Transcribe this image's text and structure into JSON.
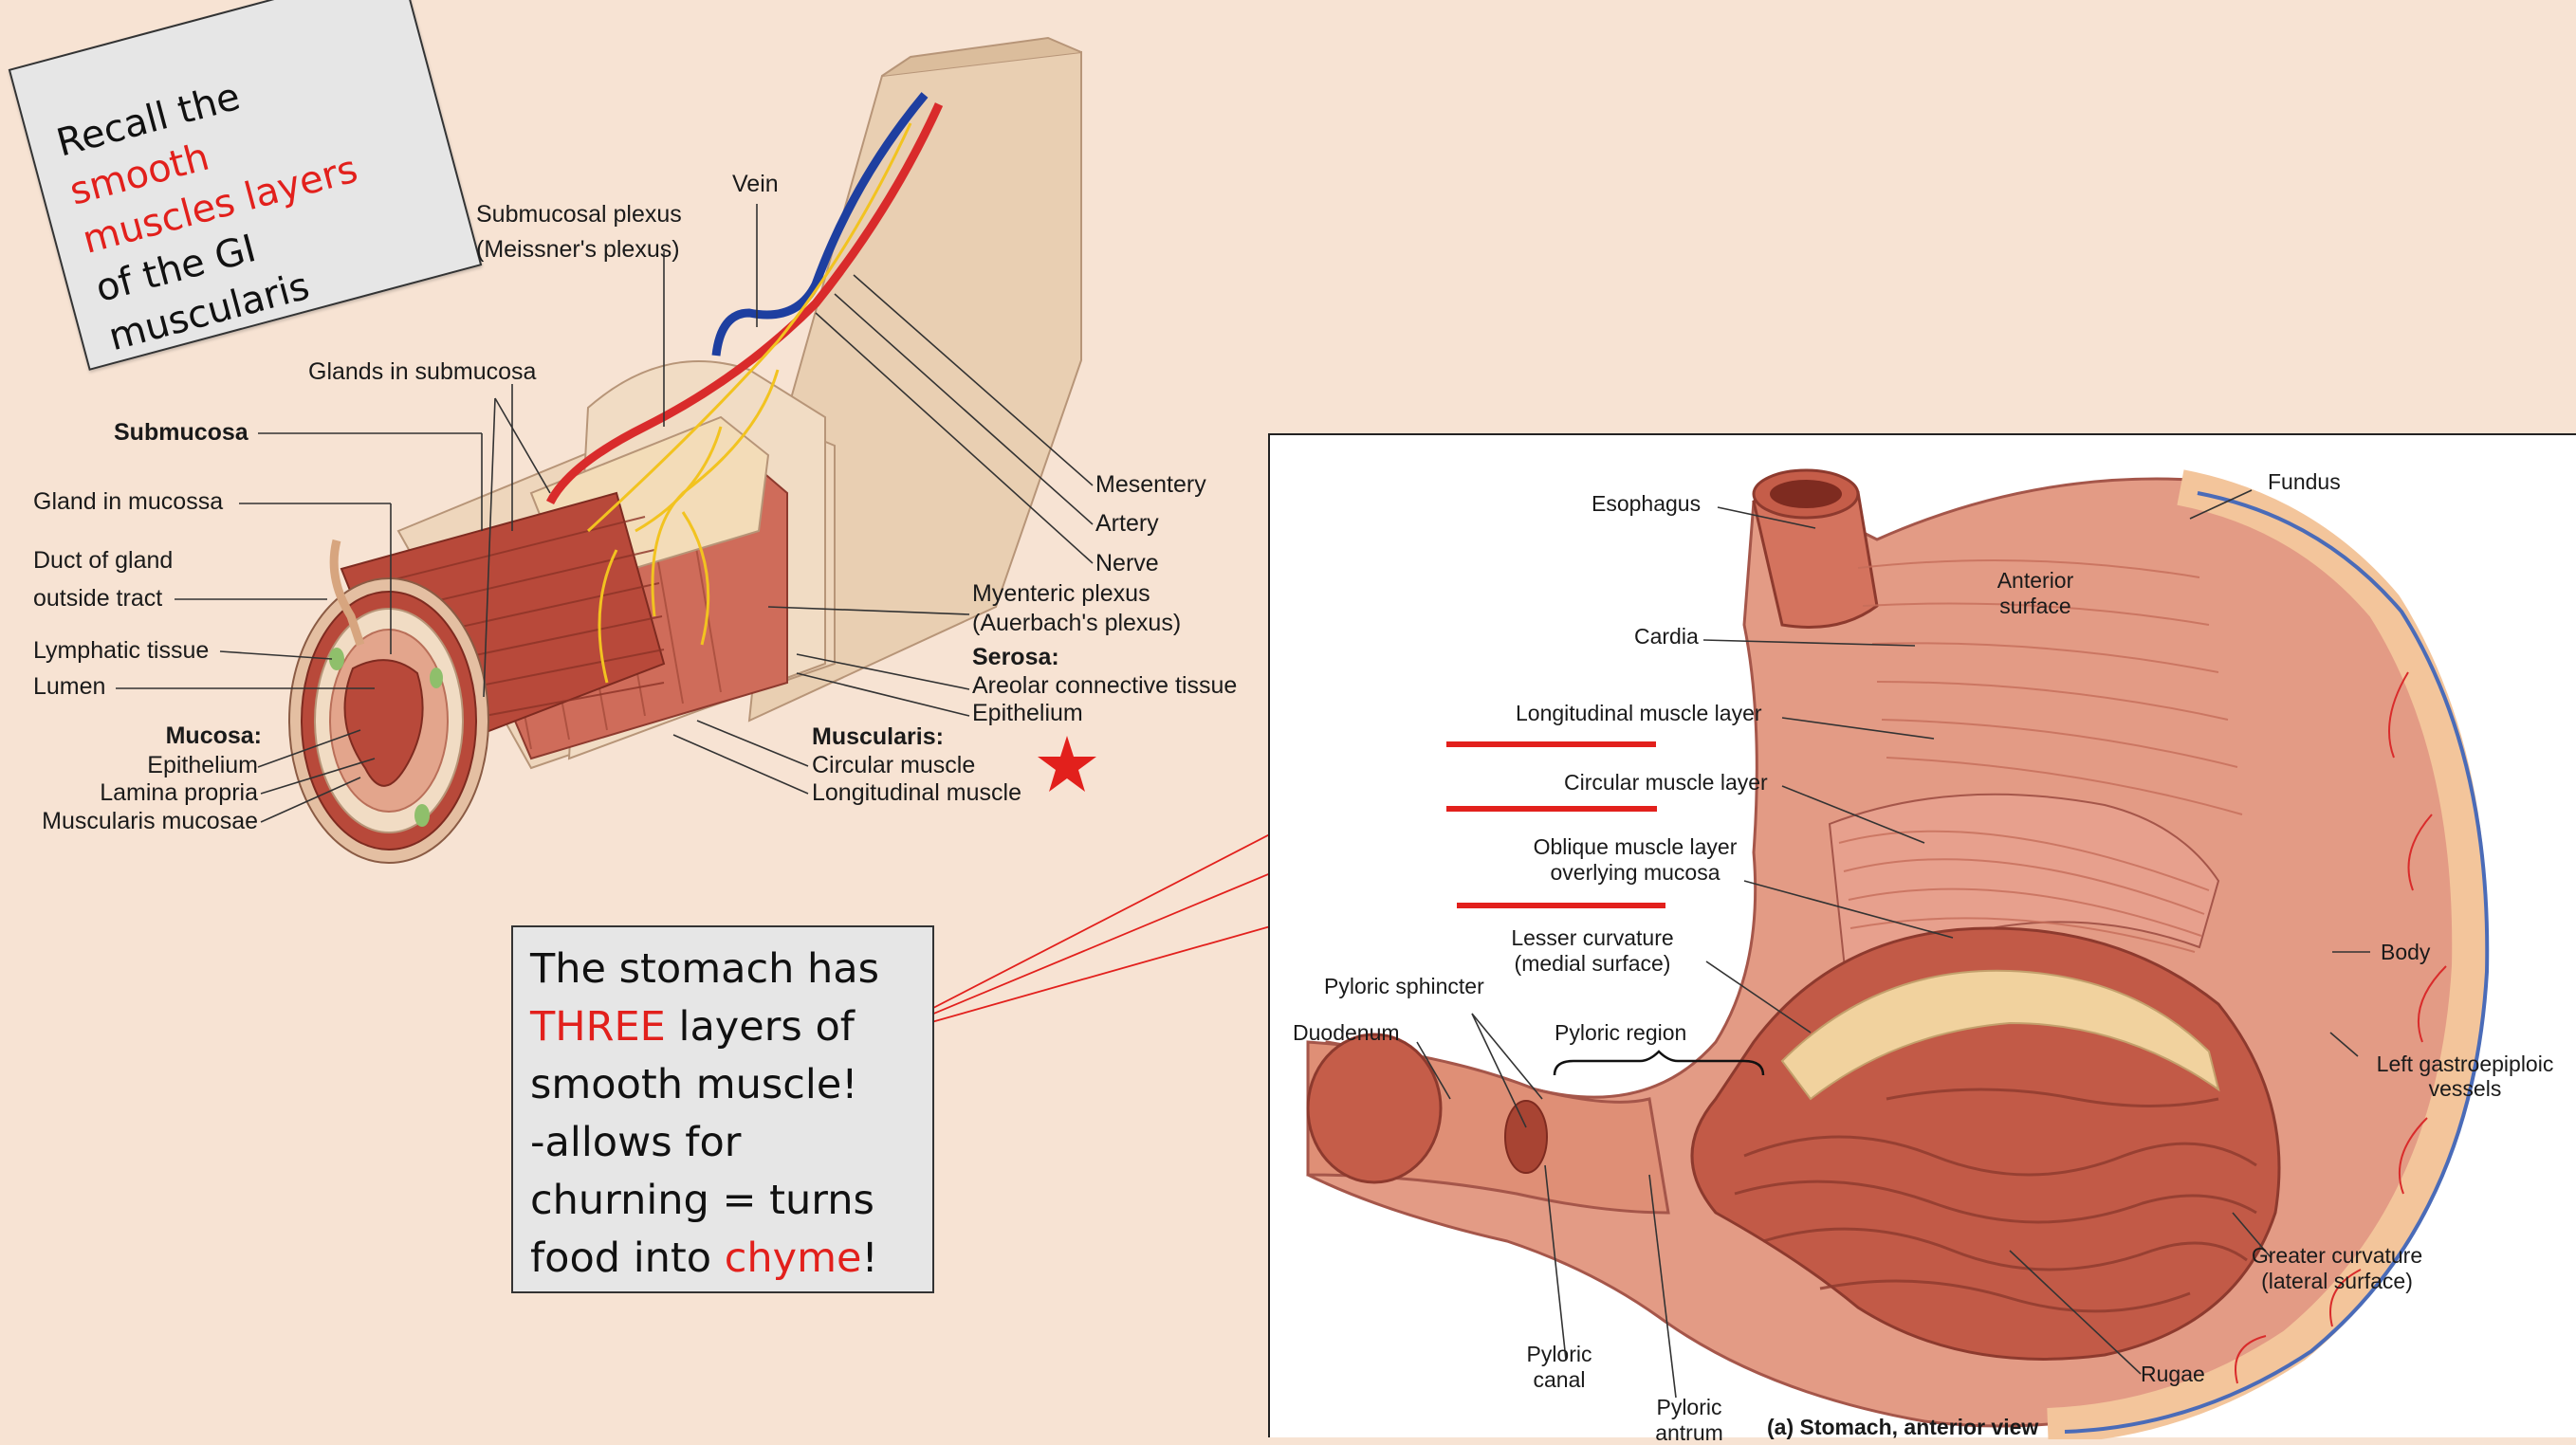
{
  "recall_box": {
    "line1": "Recall the",
    "line2_red": "smooth",
    "line3_red": "muscles layers",
    "line4": "of the GI",
    "line5": "muscularis"
  },
  "note_box": {
    "line1": "The stomach has",
    "line2_red": "THREE",
    "line2_rest": " layers of",
    "line3": "smooth muscle!",
    "line4": "-allows for",
    "line5": "churning = turns",
    "line6_pre": "food into ",
    "line6_red": "chyme",
    "line6_post": "!"
  },
  "gi_tract": {
    "vein": "Vein",
    "submucosal_plexus_1": "Submucosal plexus",
    "submucosal_plexus_2": "(Meissner's plexus)",
    "glands_in_submucosa": "Glands in submucosa",
    "submucosa": "Submucosa",
    "gland_in_mucosa": "Gland in mucossa",
    "duct_of_gland_1": "Duct of gland",
    "duct_of_gland_2": "outside tract",
    "lymphatic_tissue": "Lymphatic tissue",
    "lumen": "Lumen",
    "mucosa": "Mucosa:",
    "epithelium": "Epithelium",
    "lamina_propria": "Lamina propria",
    "muscularis_mucosae": "Muscularis mucosae",
    "mesentery": "Mesentery",
    "artery": "Artery",
    "nerve": "Nerve",
    "myenteric_plexus_1": "Myenteric plexus",
    "myenteric_plexus_2": "(Auerbach's plexus)",
    "serosa": "Serosa:",
    "areolar": "Areolar connective tissue",
    "serosa_epithelium": "Epithelium",
    "muscularis": "Muscularis:",
    "circular_muscle": "Circular muscle",
    "longitudinal_muscle": "Longitudinal muscle"
  },
  "stomach": {
    "esophagus": "Esophagus",
    "fundus": "Fundus",
    "anterior_surface_1": "Anterior",
    "anterior_surface_2": "surface",
    "cardia": "Cardia",
    "longitudinal_layer": "Longitudinal muscle layer",
    "circular_layer": "Circular muscle layer",
    "oblique_layer_1": "Oblique muscle layer",
    "oblique_layer_2": "overlying mucosa",
    "lesser_curvature_1": "Lesser curvature",
    "lesser_curvature_2": "(medial surface)",
    "pyloric_sphincter": "Pyloric sphincter",
    "duodenum": "Duodenum",
    "pyloric_region": "Pyloric region",
    "body": "Body",
    "left_gastroepiploic_1": "Left gastroepiploic",
    "left_gastroepiploic_2": "vessels",
    "greater_curvature_1": "Greater curvature",
    "greater_curvature_2": "(lateral surface)",
    "rugae": "Rugae",
    "pyloric_canal_1": "Pyloric",
    "pyloric_canal_2": "canal",
    "pyloric_antrum_1": "Pyloric",
    "pyloric_antrum_2": "antrum",
    "caption": "(a) Stomach, anterior view"
  },
  "colors": {
    "accent_red": "#e2201c",
    "background": "#f7e3d3",
    "box_gray": "#e6e6e6"
  }
}
